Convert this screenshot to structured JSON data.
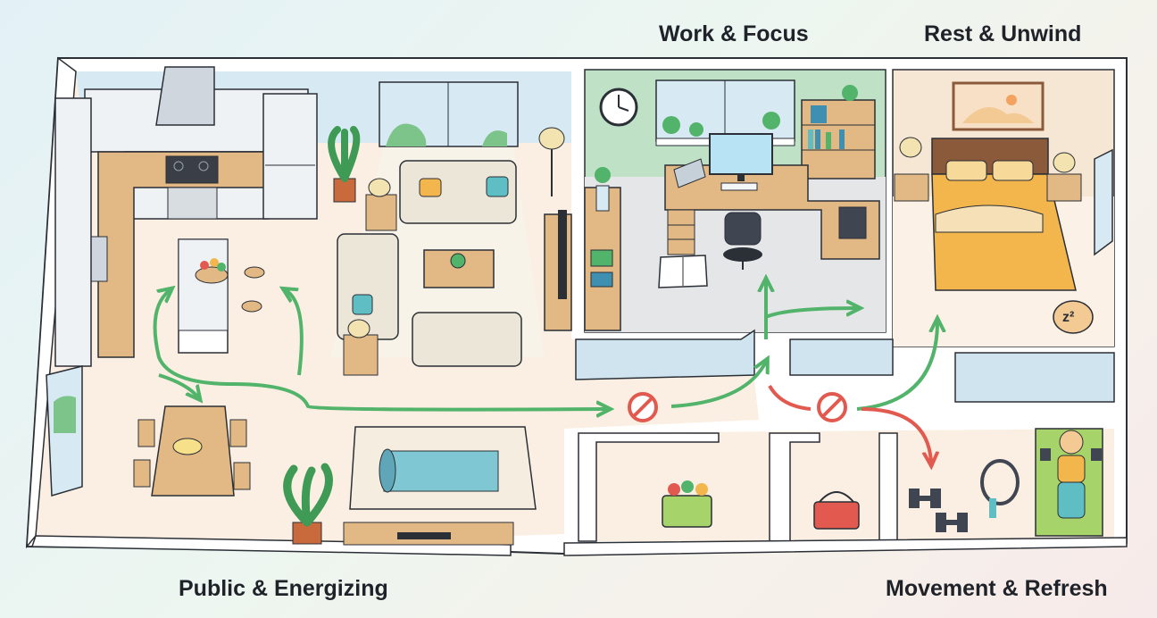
{
  "zones": {
    "work": "Work & Focus",
    "rest": "Rest & Unwind",
    "public": "Public & Energizing",
    "movement": "Movement & Refresh"
  },
  "sleep_marker": "z²",
  "colors": {
    "wall": "#ffffff",
    "outline": "#2b2f36",
    "floor_public": "#fbefe3",
    "floor_work": "#e4e6e8",
    "floor_rest": "#fbf1e6",
    "wall_back_public": "#d7e9f2",
    "wall_back_work": "#bfe2c6",
    "wall_back_rest": "#f6e6d4",
    "wood": "#e2b884",
    "green_path": "#52b36a",
    "red_path": "#e25a4f",
    "sofa": "#ece6d9",
    "teal": "#5fbdc4",
    "mustard": "#f3b64d"
  },
  "icons": [
    "no-entry-icon",
    "arrow-icon",
    "clock-icon",
    "plant-icon",
    "dumbbell-icon",
    "jump-rope-icon",
    "basket-icon",
    "book-icon",
    "lamp-icon"
  ]
}
